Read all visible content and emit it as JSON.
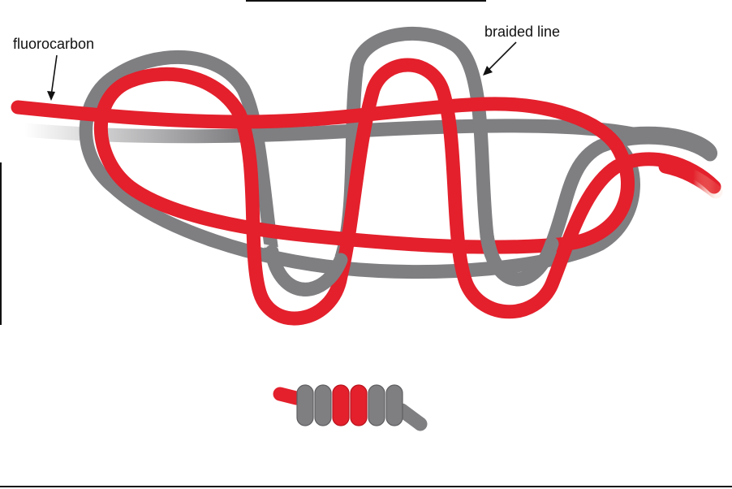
{
  "labels": {
    "fluorocarbon": "fluorocarbon",
    "braided_line": "braided line"
  },
  "colors": {
    "fluorocarbon": "#e3202c",
    "fluorocarbon_shadow": "#b8141e",
    "braided_line": "#7f7f82",
    "braided_shadow": "#5e5e61",
    "background": "#ffffff",
    "text": "#111111"
  },
  "lines": [
    {
      "name": "fluorocarbon",
      "color_key": "fluorocarbon"
    },
    {
      "name": "braided line",
      "color_key": "braided_line"
    }
  ],
  "finished_knot": {
    "wraps": [
      "braided line",
      "braided line",
      "fluorocarbon",
      "fluorocarbon",
      "braided line",
      "braided line"
    ]
  }
}
